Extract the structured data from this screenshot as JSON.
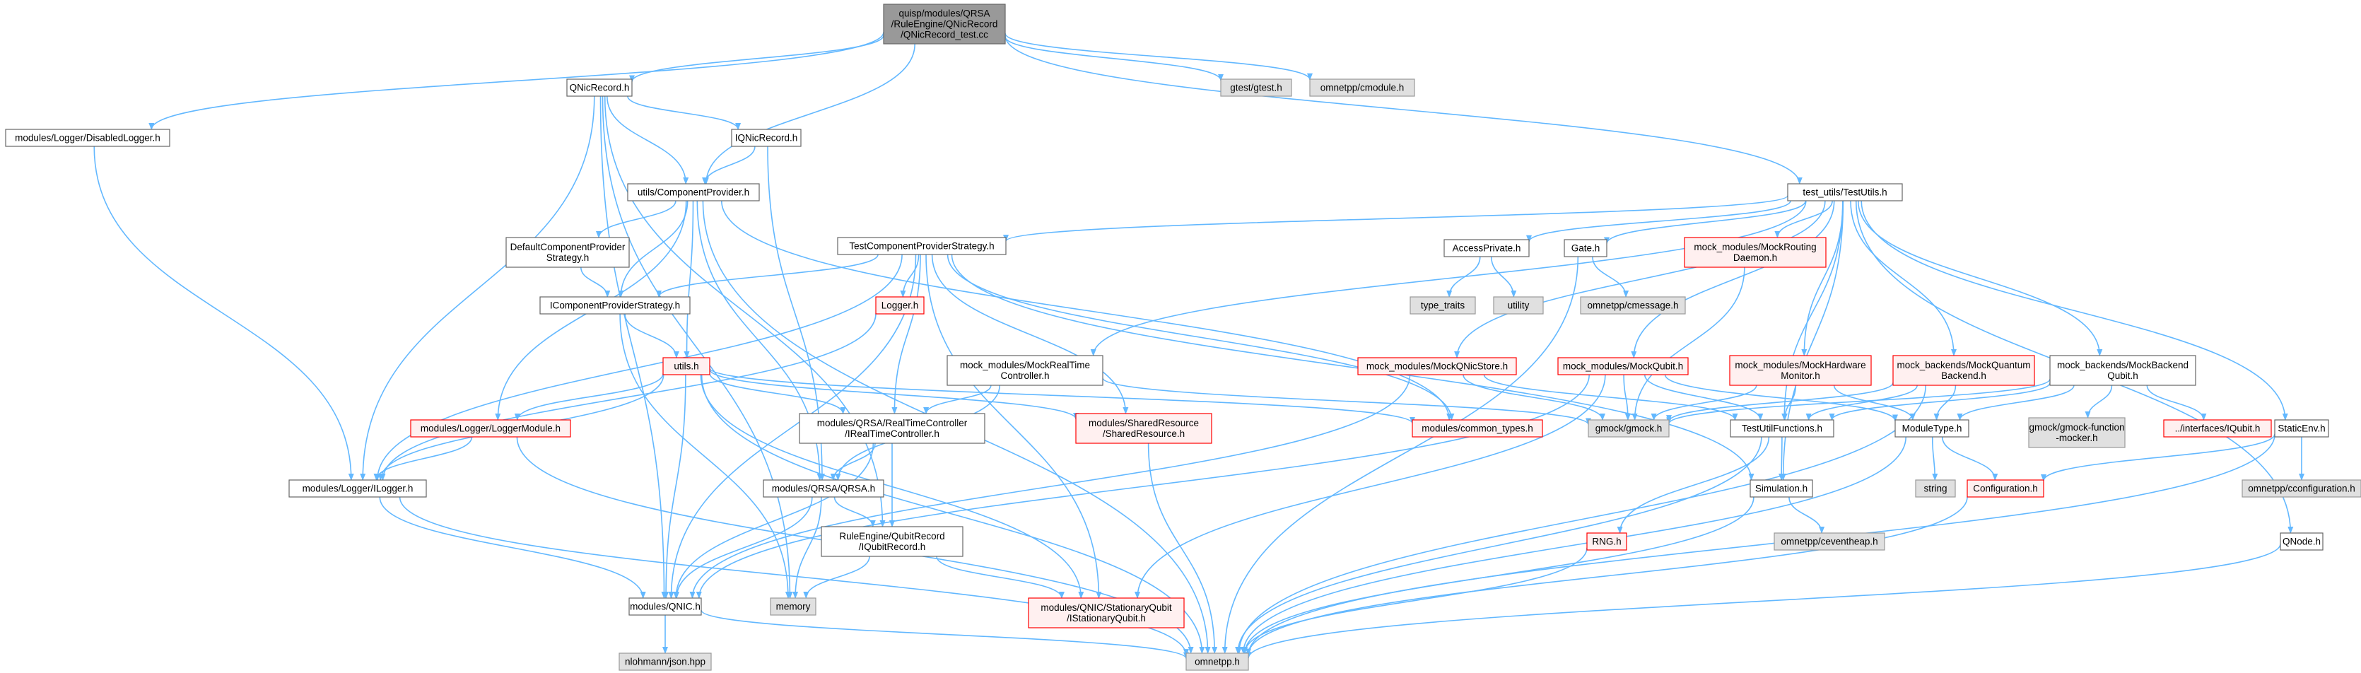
{
  "styles": {
    "root": {
      "fill": "#999999",
      "stroke": "#666666"
    },
    "normal": {
      "fill": "#ffffff",
      "stroke": "#666666"
    },
    "missing": {
      "fill": "#fff0f0",
      "stroke": "#ff0000"
    },
    "system": {
      "fill": "#e0e0e0",
      "stroke": "#999999"
    },
    "edge": "#63b8ff"
  },
  "nodes": [
    {
      "id": "root",
      "lines": [
        "quisp/modules/QRSA",
        "/RuleEngine/QNicRecord",
        "/QNicRecord_test.cc"
      ],
      "style": "root"
    },
    {
      "id": "qnicrecord",
      "lines": [
        "QNicRecord.h"
      ],
      "style": "normal"
    },
    {
      "id": "gtest",
      "lines": [
        "gtest/gtest.h"
      ],
      "style": "system"
    },
    {
      "id": "cmodule",
      "lines": [
        "omnetpp/cmodule.h"
      ],
      "style": "system"
    },
    {
      "id": "disabledlogger",
      "lines": [
        "modules/Logger/DisabledLogger.h"
      ],
      "style": "normal"
    },
    {
      "id": "iqnicrecord",
      "lines": [
        "IQNicRecord.h"
      ],
      "style": "normal"
    },
    {
      "id": "componentprovider",
      "lines": [
        "utils/ComponentProvider.h"
      ],
      "style": "normal"
    },
    {
      "id": "testutils",
      "lines": [
        "test_utils/TestUtils.h"
      ],
      "style": "normal"
    },
    {
      "id": "defaultcps",
      "lines": [
        "DefaultComponentProvider",
        "Strategy.h"
      ],
      "style": "normal"
    },
    {
      "id": "testcps",
      "lines": [
        "TestComponentProviderStrategy.h"
      ],
      "style": "normal"
    },
    {
      "id": "accessprivate",
      "lines": [
        "AccessPrivate.h"
      ],
      "style": "normal"
    },
    {
      "id": "gate",
      "lines": [
        "Gate.h"
      ],
      "style": "normal"
    },
    {
      "id": "mockrouting",
      "lines": [
        "mock_modules/MockRouting",
        "Daemon.h"
      ],
      "style": "missing"
    },
    {
      "id": "icps",
      "lines": [
        "IComponentProviderStrategy.h"
      ],
      "style": "normal"
    },
    {
      "id": "loggerh",
      "lines": [
        "Logger.h"
      ],
      "style": "missing"
    },
    {
      "id": "typetraits",
      "lines": [
        "type_traits"
      ],
      "style": "system"
    },
    {
      "id": "utility",
      "lines": [
        "utility"
      ],
      "style": "system"
    },
    {
      "id": "cmessage",
      "lines": [
        "omnetpp/cmessage.h"
      ],
      "style": "system"
    },
    {
      "id": "utilsh",
      "lines": [
        "utils.h"
      ],
      "style": "missing"
    },
    {
      "id": "mockrtc",
      "lines": [
        "mock_modules/MockRealTime",
        "Controller.h"
      ],
      "style": "normal"
    },
    {
      "id": "mockqnicstore",
      "lines": [
        "mock_modules/MockQNicStore.h"
      ],
      "style": "missing"
    },
    {
      "id": "mockqubit",
      "lines": [
        "mock_modules/MockQubit.h"
      ],
      "style": "missing"
    },
    {
      "id": "mockhwmon",
      "lines": [
        "mock_modules/MockHardware",
        "Monitor.h"
      ],
      "style": "missing"
    },
    {
      "id": "mockqbackend",
      "lines": [
        "mock_backends/MockQuantum",
        "Backend.h"
      ],
      "style": "missing"
    },
    {
      "id": "mockbackendqubit",
      "lines": [
        "mock_backends/MockBackend",
        "Qubit.h"
      ],
      "style": "normal"
    },
    {
      "id": "loggermodule",
      "lines": [
        "modules/Logger/LoggerModule.h"
      ],
      "style": "missing"
    },
    {
      "id": "irtc",
      "lines": [
        "modules/QRSA/RealTimeController",
        "/IRealTimeController.h"
      ],
      "style": "normal"
    },
    {
      "id": "sharedresource",
      "lines": [
        "modules/SharedResource",
        "/SharedResource.h"
      ],
      "style": "missing"
    },
    {
      "id": "commontypes",
      "lines": [
        "modules/common_types.h"
      ],
      "style": "missing"
    },
    {
      "id": "gmock",
      "lines": [
        "gmock/gmock.h"
      ],
      "style": "system"
    },
    {
      "id": "testutilfunctions",
      "lines": [
        "TestUtilFunctions.h"
      ],
      "style": "normal"
    },
    {
      "id": "moduletype",
      "lines": [
        "ModuleType.h"
      ],
      "style": "normal"
    },
    {
      "id": "gmockmocker",
      "lines": [
        "gmock/gmock-function",
        "-mocker.h"
      ],
      "style": "system"
    },
    {
      "id": "iqubit",
      "lines": [
        "../interfaces/IQubit.h"
      ],
      "style": "missing"
    },
    {
      "id": "staticenv",
      "lines": [
        "StaticEnv.h"
      ],
      "style": "normal"
    },
    {
      "id": "ilogger",
      "lines": [
        "modules/Logger/ILogger.h"
      ],
      "style": "normal"
    },
    {
      "id": "qrsa",
      "lines": [
        "modules/QRSA/QRSA.h"
      ],
      "style": "normal"
    },
    {
      "id": "simulation",
      "lines": [
        "Simulation.h"
      ],
      "style": "normal"
    },
    {
      "id": "string",
      "lines": [
        "string"
      ],
      "style": "system"
    },
    {
      "id": "configuration",
      "lines": [
        "Configuration.h"
      ],
      "style": "missing"
    },
    {
      "id": "cconfiguration",
      "lines": [
        "omnetpp/cconfiguration.h"
      ],
      "style": "system"
    },
    {
      "id": "iqubitrecord",
      "lines": [
        "RuleEngine/QubitRecord",
        "/IQubitRecord.h"
      ],
      "style": "normal"
    },
    {
      "id": "rngh",
      "lines": [
        "RNG.h"
      ],
      "style": "missing"
    },
    {
      "id": "ceventheap",
      "lines": [
        "omnetpp/ceventheap.h"
      ],
      "style": "system"
    },
    {
      "id": "qnodeh",
      "lines": [
        "QNode.h"
      ],
      "style": "normal"
    },
    {
      "id": "qnich",
      "lines": [
        "modules/QNIC.h"
      ],
      "style": "normal"
    },
    {
      "id": "memory",
      "lines": [
        "memory"
      ],
      "style": "system"
    },
    {
      "id": "istationaryqubit",
      "lines": [
        "modules/QNIC/StationaryQubit",
        "/IStationaryQubit.h"
      ],
      "style": "missing"
    },
    {
      "id": "jsonhpp",
      "lines": [
        "nlohmann/json.hpp"
      ],
      "style": "system"
    },
    {
      "id": "omnetpp",
      "lines": [
        "omnetpp.h"
      ],
      "style": "system"
    }
  ],
  "edges": [
    [
      "root",
      "qnicrecord"
    ],
    [
      "root",
      "gtest"
    ],
    [
      "root",
      "cmodule"
    ],
    [
      "root",
      "disabledlogger"
    ],
    [
      "root",
      "componentprovider"
    ],
    [
      "root",
      "testutils"
    ],
    [
      "qnicrecord",
      "iqnicrecord"
    ],
    [
      "qnicrecord",
      "componentprovider"
    ],
    [
      "qnicrecord",
      "ilogger"
    ],
    [
      "qnicrecord",
      "qnich"
    ],
    [
      "qnicrecord",
      "memory"
    ],
    [
      "qnicrecord",
      "iqubitrecord"
    ],
    [
      "disabledlogger",
      "ilogger"
    ],
    [
      "iqnicrecord",
      "componentprovider"
    ],
    [
      "iqnicrecord",
      "qrsa"
    ],
    [
      "componentprovider",
      "defaultcps"
    ],
    [
      "componentprovider",
      "icps"
    ],
    [
      "componentprovider",
      "utilsh"
    ],
    [
      "componentprovider",
      "loggermodule"
    ],
    [
      "componentprovider",
      "qrsa"
    ],
    [
      "componentprovider",
      "omnetpp"
    ],
    [
      "componentprovider",
      "commontypes"
    ],
    [
      "defaultcps",
      "icps"
    ],
    [
      "testutils",
      "testcps"
    ],
    [
      "testutils",
      "accessprivate"
    ],
    [
      "testutils",
      "gate"
    ],
    [
      "testutils",
      "mockrouting"
    ],
    [
      "testutils",
      "mockrtc"
    ],
    [
      "testutils",
      "mockqnicstore"
    ],
    [
      "testutils",
      "mockqubit"
    ],
    [
      "testutils",
      "mockhwmon"
    ],
    [
      "testutils",
      "mockqbackend"
    ],
    [
      "testutils",
      "mockbackendqubit"
    ],
    [
      "testutils",
      "testutilfunctions"
    ],
    [
      "testutils",
      "staticenv"
    ],
    [
      "testutils",
      "qnodeh"
    ],
    [
      "testutils",
      "simulation"
    ],
    [
      "testcps",
      "icps"
    ],
    [
      "testcps",
      "loggerh"
    ],
    [
      "testcps",
      "irtc"
    ],
    [
      "testcps",
      "sharedresource"
    ],
    [
      "testcps",
      "ilogger"
    ],
    [
      "testcps",
      "qnich"
    ],
    [
      "testcps",
      "istationaryqubit"
    ],
    [
      "testcps",
      "simulation"
    ],
    [
      "testcps",
      "commontypes"
    ],
    [
      "accessprivate",
      "typetraits"
    ],
    [
      "accessprivate",
      "utility"
    ],
    [
      "gate",
      "cmessage"
    ],
    [
      "gate",
      "omnetpp"
    ],
    [
      "mockrouting",
      "gmock"
    ],
    [
      "icps",
      "utilsh"
    ],
    [
      "icps",
      "memory"
    ],
    [
      "loggerh",
      "ilogger"
    ],
    [
      "utilsh",
      "loggermodule"
    ],
    [
      "utilsh",
      "irtc"
    ],
    [
      "utilsh",
      "sharedresource"
    ],
    [
      "utilsh",
      "commontypes"
    ],
    [
      "utilsh",
      "ilogger"
    ],
    [
      "utilsh",
      "qnich"
    ],
    [
      "utilsh",
      "istationaryqubit"
    ],
    [
      "utilsh",
      "omnetpp"
    ],
    [
      "mockrtc",
      "irtc"
    ],
    [
      "mockrtc",
      "gmock"
    ],
    [
      "mockrtc",
      "qrsa"
    ],
    [
      "mockqnicstore",
      "testutilfunctions"
    ],
    [
      "mockqnicstore",
      "gmock"
    ],
    [
      "mockqnicstore",
      "qnich"
    ],
    [
      "mockqubit",
      "gmock"
    ],
    [
      "mockqubit",
      "testutilfunctions"
    ],
    [
      "mockqubit",
      "moduletype"
    ],
    [
      "mockqubit",
      "istationaryqubit"
    ],
    [
      "mockqubit",
      "qnich"
    ],
    [
      "mockhwmon",
      "gmock"
    ],
    [
      "mockhwmon",
      "testutilfunctions"
    ],
    [
      "mockhwmon",
      "moduletype"
    ],
    [
      "mockqbackend",
      "gmock"
    ],
    [
      "mockqbackend",
      "testutilfunctions"
    ],
    [
      "mockqbackend",
      "moduletype"
    ],
    [
      "mockqbackend",
      "omnetpp"
    ],
    [
      "mockbackendqubit",
      "gmock"
    ],
    [
      "mockbackendqubit",
      "gmockmocker"
    ],
    [
      "mockbackendqubit",
      "iqubit"
    ],
    [
      "mockbackendqubit",
      "moduletype"
    ],
    [
      "mockbackendqubit",
      "testutilfunctions"
    ],
    [
      "loggermodule",
      "ilogger"
    ],
    [
      "loggermodule",
      "omnetpp"
    ],
    [
      "irtc",
      "qrsa"
    ],
    [
      "irtc",
      "iqubitrecord"
    ],
    [
      "irtc",
      "qnich"
    ],
    [
      "sharedresource",
      "omnetpp"
    ],
    [
      "testutilfunctions",
      "simulation"
    ],
    [
      "testutilfunctions",
      "rngh"
    ],
    [
      "testutilfunctions",
      "omnetpp"
    ],
    [
      "moduletype",
      "string"
    ],
    [
      "moduletype",
      "configuration"
    ],
    [
      "moduletype",
      "omnetpp"
    ],
    [
      "staticenv",
      "configuration"
    ],
    [
      "staticenv",
      "cconfiguration"
    ],
    [
      "staticenv",
      "omnetpp"
    ],
    [
      "ilogger",
      "qnich"
    ],
    [
      "ilogger",
      "omnetpp"
    ],
    [
      "qrsa",
      "qnich"
    ],
    [
      "qrsa",
      "memory"
    ],
    [
      "qrsa",
      "iqubitrecord"
    ],
    [
      "simulation",
      "ceventheap"
    ],
    [
      "simulation",
      "omnetpp"
    ],
    [
      "configuration",
      "omnetpp"
    ],
    [
      "iqubitrecord",
      "istationaryqubit"
    ],
    [
      "iqubitrecord",
      "memory"
    ],
    [
      "rngh",
      "omnetpp"
    ],
    [
      "qnodeh",
      "omnetpp"
    ],
    [
      "qnich",
      "jsonhpp"
    ],
    [
      "qnich",
      "omnetpp"
    ]
  ]
}
